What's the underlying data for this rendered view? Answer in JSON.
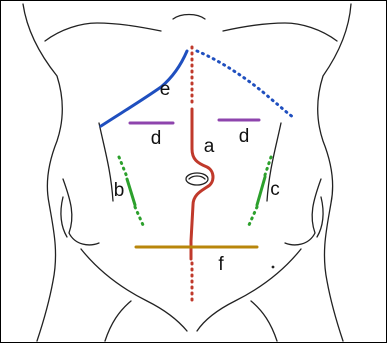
{
  "diagram": {
    "incisions": [
      {
        "letter": "a",
        "color": "#c0392b",
        "style": "solid"
      },
      {
        "letter": "b",
        "color": "#2ca02c",
        "style": "solid"
      },
      {
        "letter": "c",
        "color": "#2ca02c",
        "style": "solid"
      },
      {
        "letter": "d",
        "color": "#8e44ad",
        "style": "solid"
      },
      {
        "letter": "e",
        "color": "#1f4fbf",
        "style": "solid"
      },
      {
        "letter": "f",
        "color": "#b8860b",
        "style": "solid"
      }
    ],
    "colors": {
      "outline": "#222222",
      "midline": "#c0392b",
      "subcostal": "#1f4fbf",
      "transverse": "#8e44ad",
      "oblique": "#2ca02c",
      "pfannenstiel": "#b8860b"
    }
  }
}
